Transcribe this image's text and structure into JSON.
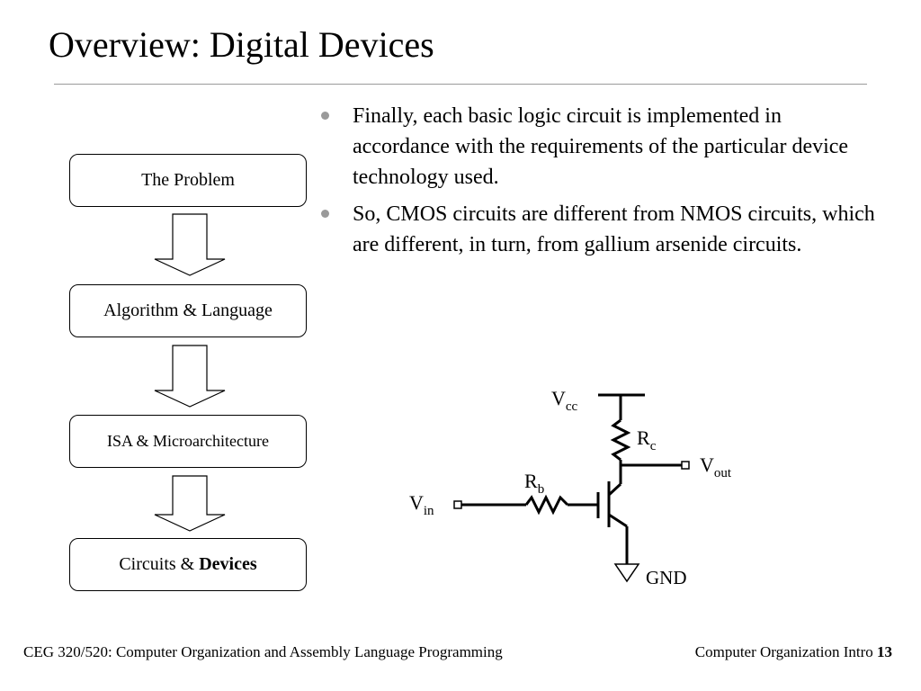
{
  "slide": {
    "title": "Overview: Digital Devices"
  },
  "flow": {
    "box1": "The Problem",
    "box2": "Algorithm & Language",
    "box3": "ISA & Microarchitecture",
    "box4_prefix": "Circuits & ",
    "box4_bold": "Devices"
  },
  "bullets": [
    "Finally, each basic logic circuit is implemented in accordance with the requirements of the particular device technology used.",
    "So, CMOS circuits are different from NMOS circuits, which are different, in turn, from gallium arsenide circuits."
  ],
  "circuit": {
    "vcc_main": "V",
    "vcc_sub": "cc",
    "rc_main": "R",
    "rc_sub": "c",
    "vout_main": "V",
    "vout_sub": "out",
    "rb_main": "R",
    "rb_sub": "b",
    "vin_main": "V",
    "vin_sub": "in",
    "gnd": "GND"
  },
  "footer": {
    "left": "CEG 320/520: Computer Organization and Assembly Language Programming",
    "right_text": "Computer Organization Intro ",
    "page_number": "13"
  }
}
